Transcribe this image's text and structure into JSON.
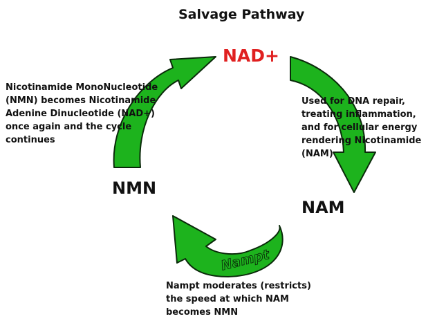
{
  "title": "Salvage Pathway",
  "nodes": {
    "nad": "NAD+",
    "nmn": "NMN",
    "nam": "NAM"
  },
  "notes": {
    "left": "Nicotinamide MonoNucleotide\n(NMN)  becomes Nicotinamide\nAdenine Dinucleotide (NAD+)\nonce again and the cycle\ncontinues",
    "right": "Used for DNA repair,\ntreating inflammation,\nand for cellular energy\nrendering Nicotinamide\n(NAM)",
    "bottom": "Nampt moderates (restricts)\nthe speed at which NAM\nbecomes NMN"
  },
  "enzyme_label": "Nampt",
  "colors": {
    "arrow_fill": "#1db31d",
    "arrow_stroke": "#0a2a0a",
    "nad_text": "#e02020"
  }
}
